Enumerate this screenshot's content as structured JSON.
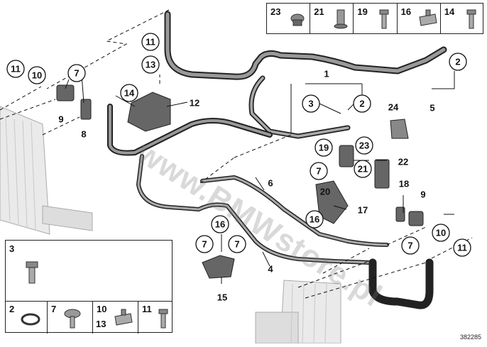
{
  "watermark": "www.BMWstore.pl",
  "diagram_id": "382285",
  "callouts": [
    {
      "label": "11"
    },
    {
      "label": "10"
    },
    {
      "label": "9"
    },
    {
      "label": "7"
    },
    {
      "label": "8"
    },
    {
      "label": "11"
    },
    {
      "label": "13"
    },
    {
      "label": "14"
    },
    {
      "label": "12"
    },
    {
      "label": "1"
    },
    {
      "label": "2"
    },
    {
      "label": "5"
    },
    {
      "label": "3"
    },
    {
      "label": "2"
    },
    {
      "label": "24"
    },
    {
      "label": "19"
    },
    {
      "label": "23"
    },
    {
      "label": "7"
    },
    {
      "label": "21"
    },
    {
      "label": "22"
    },
    {
      "label": "20"
    },
    {
      "label": "6"
    },
    {
      "label": "18"
    },
    {
      "label": "9"
    },
    {
      "label": "17"
    },
    {
      "label": "16"
    },
    {
      "label": "10"
    },
    {
      "label": "11"
    },
    {
      "label": "7"
    },
    {
      "label": "16"
    },
    {
      "label": "7"
    },
    {
      "label": "7"
    },
    {
      "label": "4"
    },
    {
      "label": "15"
    }
  ],
  "top_parts_box": [
    {
      "label": "23"
    },
    {
      "label": "21"
    },
    {
      "label": "19"
    },
    {
      "label": "16"
    },
    {
      "label": "14"
    }
  ],
  "bottom_parts_box": [
    {
      "label": "3"
    },
    {
      "label": "2"
    },
    {
      "label": "7"
    },
    {
      "label": "10"
    },
    {
      "label": "13"
    },
    {
      "label": "11"
    }
  ]
}
